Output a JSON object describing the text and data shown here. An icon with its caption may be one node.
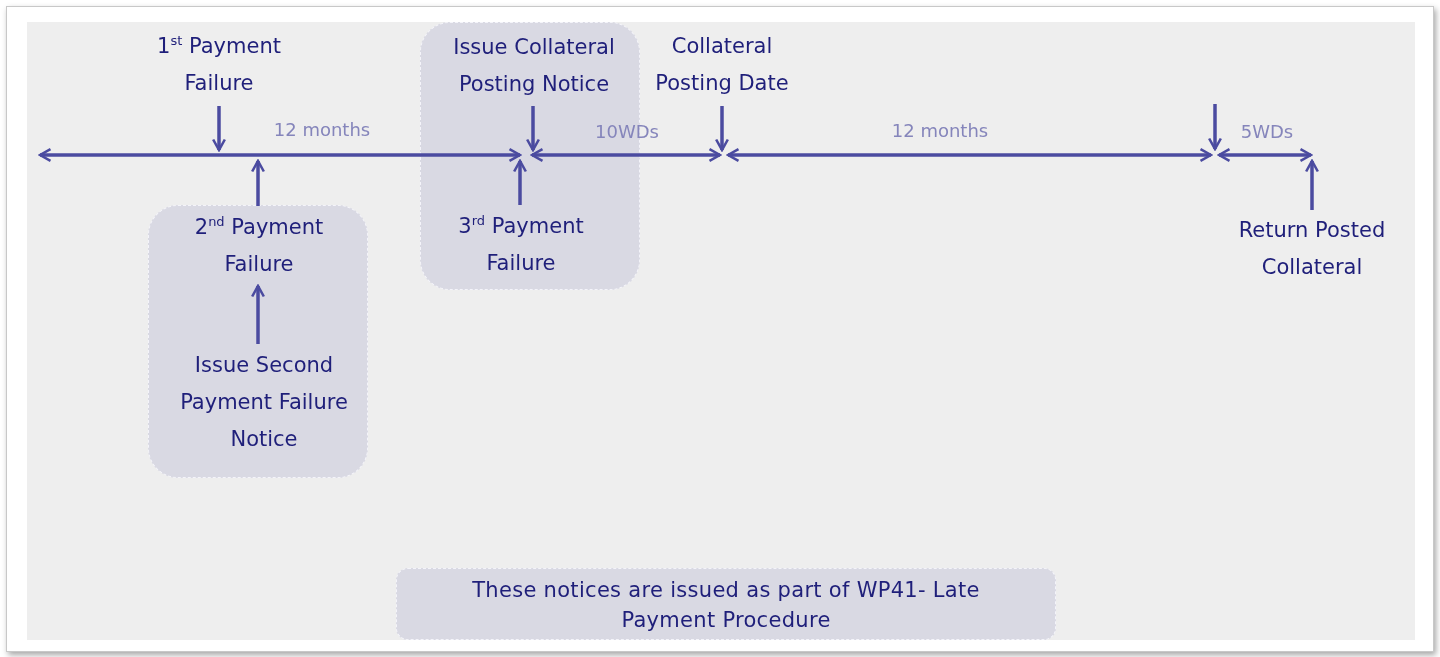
{
  "diagram": {
    "nodes": [
      {
        "text": [
          "1$^{st}$ Payment Failure"
        ]
      },
      {
        "text": [],
        "shape": "box"
      },
      {
        "text": [
          "Issue Collateral Posting Notice"
        ],
        "in": 1
      },
      {
        "text": [
          "3$^{rd}$ Payment Failure"
        ],
        "in": 1
      },
      {
        "text": [
          "Collateral Posting Date"
        ]
      },
      {
        "text": [],
        "shape": "box"
      },
      {
        "text": [
          "2$^{nd}$ Payment Failure"
        ],
        "in": 5
      },
      {
        "text": [
          "Issue Second Payment Failure Notice"
        ],
        "in": 5
      },
      {
        "text": [
          "Return Posted Collateral"
        ]
      },
      {
        "text": [
          "These notices are issued as part of WP41- Late Payment Procedure"
        ]
      }
    ],
    "edges": [
      {
        "from": 0,
        "to": null,
        "arrow": "to"
      },
      {
        "from": 2,
        "to": null,
        "arrow": "to"
      },
      {
        "from": 4,
        "to": null,
        "arrow": "to"
      },
      {
        "from": 6,
        "to": null,
        "arrow": "to"
      },
      {
        "from": 7,
        "to": 6,
        "arrow": "to"
      },
      {
        "from": 3,
        "to": null,
        "arrow": "to"
      },
      {
        "from": 8,
        "to": null,
        "arrow": "to"
      }
    ],
    "labels": [
      "12 months",
      "10WDs",
      "12 months",
      "5WDs"
    ]
  }
}
